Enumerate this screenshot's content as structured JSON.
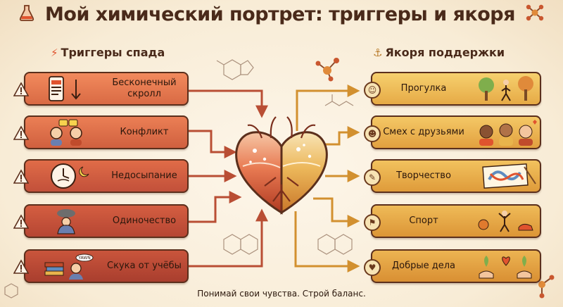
{
  "title": "Мой химический портрет: триггеры и якоря",
  "left_heading": "Триггеры спада",
  "right_heading": "Якоря поддержки",
  "triggers": [
    {
      "label": "Бесконечный скролл"
    },
    {
      "label": "Конфликт"
    },
    {
      "label": "Недосыпание"
    },
    {
      "label": "Одиночество"
    },
    {
      "label": "Скука от учёбы",
      "yawn": "YAWN"
    }
  ],
  "anchors": [
    {
      "label": "Прогулка"
    },
    {
      "label": "Смех с друзьями"
    },
    {
      "label": "Творчество"
    },
    {
      "label": "Спорт"
    },
    {
      "label": "Добрые дела"
    }
  ],
  "footer": "Понимай свои чувства. Строй баланс.",
  "colors": {
    "trigger_top": "#f28a5d",
    "trigger_bottom": "#b5452d",
    "anchor_top": "#f6d06e",
    "anchor_bottom": "#e3a33c",
    "outline": "#5b2f1c",
    "left_arrow": "#b94e34",
    "right_arrow": "#d2902f"
  }
}
